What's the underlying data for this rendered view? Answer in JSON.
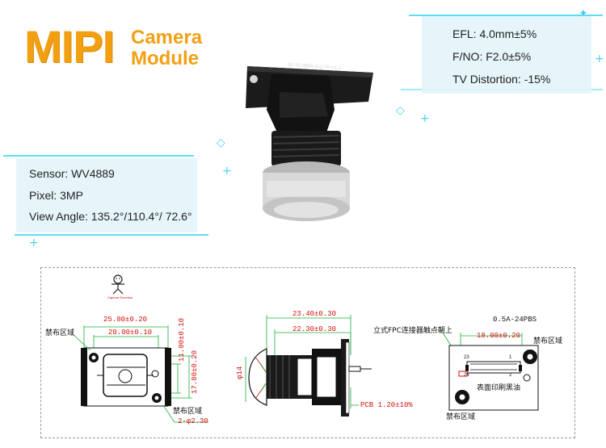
{
  "title": {
    "big": "MIPI",
    "line1": "Camera",
    "line2": "Module"
  },
  "pcb_marking": "SF-SC4889-ZH17B-V1.0",
  "specs_right": {
    "efl": "EFL: 4.0mm±5%",
    "fno": "F/NO: F2.0±5%",
    "distortion": "TV Distortion: -15%"
  },
  "specs_left": {
    "sensor": "Sensor: WV4889",
    "pixel": "Pixel: 3MP",
    "view_angle": "View Angle: 135.2°/110.4°/ 72.6°"
  },
  "drawing": {
    "logo_caption": "Capture Direction",
    "front": {
      "width_outer": "25.80±0.20",
      "width_inner": "20.00±0.10",
      "height_inner": "11.00±0.10",
      "height_outer": "17.80±0.20",
      "holes": "2-φ2.30",
      "keepout_top": "禁布区域",
      "keepout_bottom": "禁布区域"
    },
    "side": {
      "len_outer": "23.40±0.30",
      "len_inner": "22.30±0.30",
      "pcb": "PCB 1.20±10%",
      "lens_dia": "φ14"
    },
    "back": {
      "connector_note": "立式FPC连接器触点朝上",
      "connector_part": "0.5A-24PBS",
      "width": "18.00±0.20",
      "keepout_top": "禁布区域",
      "keepout_bottom": "禁布区域",
      "print_note": "表面印刷黑油",
      "pin_23": "23",
      "pin_24": "24",
      "pin_1": "1",
      "pin_2": "2"
    }
  },
  "colors": {
    "title": "#f2a012",
    "glow": "#3fd8f2",
    "panel": "#e4f4fa",
    "dimension": "#d41010",
    "dim_line": "#19b33a"
  }
}
